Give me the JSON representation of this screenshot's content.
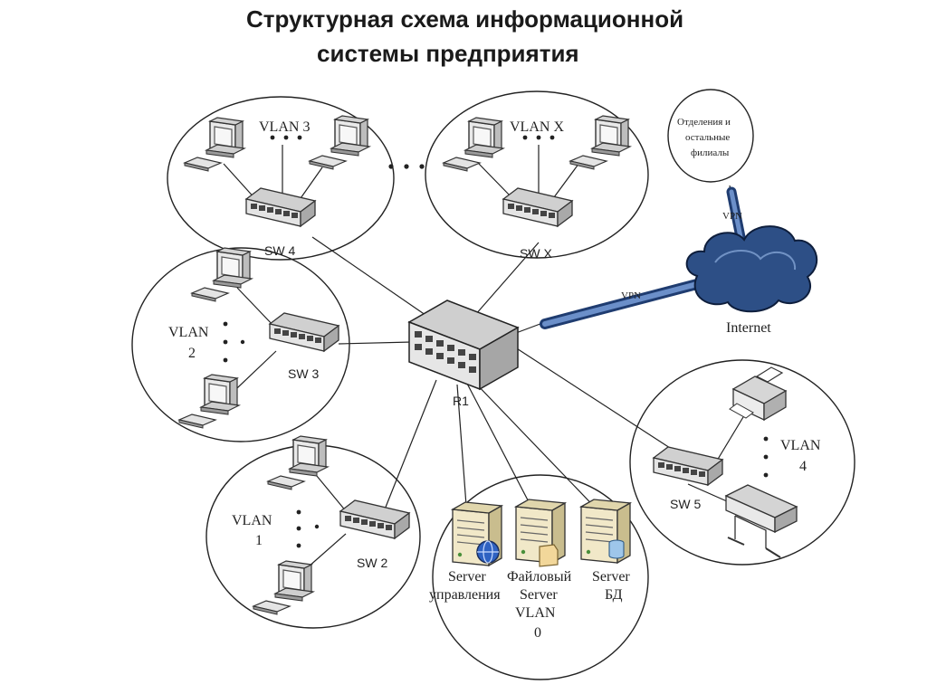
{
  "title": {
    "line1": "Структурная схема информационной",
    "line2": "системы предприятия"
  },
  "vlans": {
    "vlan3": "VLAN 3",
    "vlanx": "VLAN X",
    "vlan2_a": "VLAN",
    "vlan2_b": "2",
    "vlan1_a": "VLAN",
    "vlan1_b": "1",
    "vlan4_a": "VLAN",
    "vlan4_b": "4",
    "vlan0_a": "VLAN",
    "vlan0_b": "0"
  },
  "switches": {
    "sw4": "SW 4",
    "swx": "SW X",
    "sw3": "SW 3",
    "sw2": "SW 2",
    "sw5": "SW 5"
  },
  "router": "R1",
  "servers": {
    "mgmt_a": "Server",
    "mgmt_b": "управления",
    "file_a": "Файловый",
    "file_b": "Server",
    "db_a": "Server",
    "db_b": "БД"
  },
  "branches": {
    "line1": "Отделения и",
    "line2": "остальные",
    "line3": "филиалы"
  },
  "internet": "Internet",
  "vpn_top": "VPN",
  "vpn_main": "VPN",
  "ellipsis": "• • •"
}
